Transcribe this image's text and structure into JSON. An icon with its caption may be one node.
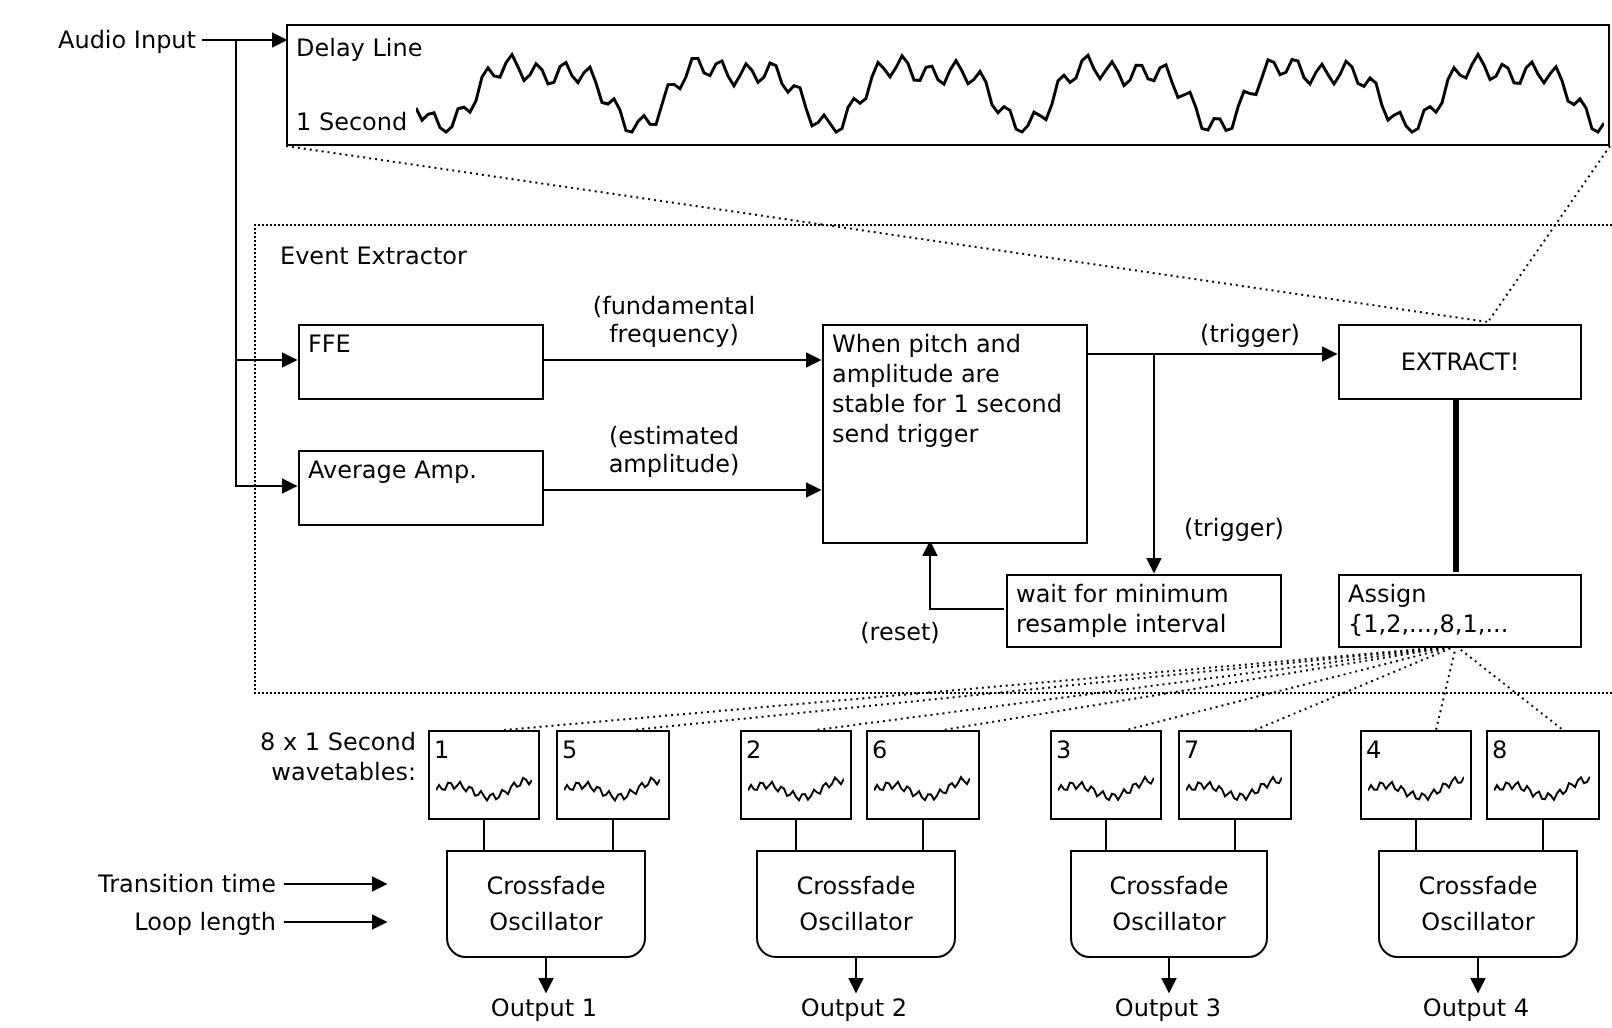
{
  "diagram": {
    "nodes": [
      {
        "text": [
          "Audio Input"
        ]
      },
      {
        "text": [
          "Delay Line",
          "1 Second"
        ]
      },
      {
        "text": [
          "Event Extractor"
        ]
      },
      {
        "text": [
          "FFE"
        ],
        "in": 2
      },
      {
        "text": [
          "Average Amp."
        ],
        "in": 2
      },
      {
        "text": [
          "When pitch and amplitude are stable for 1 second send trigger"
        ],
        "in": 2
      },
      {
        "text": [
          "EXTRACT!"
        ],
        "in": 2
      },
      {
        "text": [
          "wait for minimum resample interval"
        ],
        "in": 2
      },
      {
        "text": [
          "Assign {1,2,...,8,1,..."
        ],
        "in": 2
      },
      {
        "text": [
          "1"
        ]
      },
      {
        "text": [
          "5"
        ]
      },
      {
        "text": [
          "2"
        ]
      },
      {
        "text": [
          "6"
        ]
      },
      {
        "text": [
          "3"
        ]
      },
      {
        "text": [
          "7"
        ]
      },
      {
        "text": [
          "4"
        ]
      },
      {
        "text": [
          "8"
        ]
      },
      {
        "text": [
          "Crossfade Oscillator"
        ]
      },
      {
        "text": [
          "Crossfade Oscillator"
        ]
      },
      {
        "text": [
          "Crossfade Oscillator"
        ]
      },
      {
        "text": [
          "Crossfade Oscillator"
        ]
      },
      {
        "text": [
          "Output 1"
        ]
      },
      {
        "text": [
          "Output 2"
        ]
      },
      {
        "text": [
          "Output 3"
        ]
      },
      {
        "text": [
          "Output 4"
        ]
      },
      {
        "text": [
          "Transition time"
        ]
      },
      {
        "text": [
          "Loop length"
        ]
      }
    ],
    "edges": [
      {
        "from": 0,
        "to": 1,
        "arrow": "to"
      },
      {
        "from": 0,
        "to": 3,
        "arrow": "to"
      },
      {
        "from": 0,
        "to": 4,
        "arrow": "to"
      },
      {
        "from": 3,
        "to": 5,
        "arrow": "to",
        "label": "(fundamental frequency)"
      },
      {
        "from": 4,
        "to": 5,
        "arrow": "to",
        "label": "(estimated amplitude)"
      },
      {
        "from": 5,
        "to": 6,
        "arrow": "to",
        "label": "(trigger)"
      },
      {
        "from": 5,
        "to": 7,
        "arrow": "to",
        "label": "(trigger)"
      },
      {
        "from": 7,
        "to": 5,
        "arrow": "to",
        "label": "(reset)"
      },
      {
        "from": 6,
        "to": 8,
        "arrow": "none",
        "style": "thick"
      },
      {
        "from": 8,
        "to": 9,
        "arrow": "none",
        "style": "dashed"
      },
      {
        "from": 8,
        "to": 10,
        "arrow": "none",
        "style": "dashed"
      },
      {
        "from": 8,
        "to": 11,
        "arrow": "none",
        "style": "dashed"
      },
      {
        "from": 8,
        "to": 12,
        "arrow": "none",
        "style": "dashed"
      },
      {
        "from": 8,
        "to": 13,
        "arrow": "none",
        "style": "dashed"
      },
      {
        "from": 8,
        "to": 14,
        "arrow": "none",
        "style": "dashed"
      },
      {
        "from": 8,
        "to": 15,
        "arrow": "none",
        "style": "dashed"
      },
      {
        "from": 8,
        "to": 16,
        "arrow": "none",
        "style": "dashed"
      },
      {
        "from": 9,
        "to": 17,
        "arrow": "none"
      },
      {
        "from": 10,
        "to": 17,
        "arrow": "none"
      },
      {
        "from": 11,
        "to": 18,
        "arrow": "none"
      },
      {
        "from": 12,
        "to": 18,
        "arrow": "none"
      },
      {
        "from": 13,
        "to": 19,
        "arrow": "none"
      },
      {
        "from": 14,
        "to": 19,
        "arrow": "none"
      },
      {
        "from": 15,
        "to": 20,
        "arrow": "none"
      },
      {
        "from": 16,
        "to": 20,
        "arrow": "none"
      },
      {
        "from": 17,
        "to": 21,
        "arrow": "to"
      },
      {
        "from": 18,
        "to": 22,
        "arrow": "to"
      },
      {
        "from": 19,
        "to": 23,
        "arrow": "to"
      },
      {
        "from": 20,
        "to": 24,
        "arrow": "to"
      },
      {
        "from": 25,
        "to": null,
        "arrow": "to"
      },
      {
        "from": 26,
        "to": null,
        "arrow": "to"
      },
      {
        "from": 1,
        "to": 6,
        "arrow": "none",
        "style": "dashed"
      },
      {
        "from": 1,
        "to": 6,
        "arrow": "none",
        "style": "dashed"
      }
    ],
    "labels": [
      "8 x 1 Second wavetables:"
    ]
  }
}
